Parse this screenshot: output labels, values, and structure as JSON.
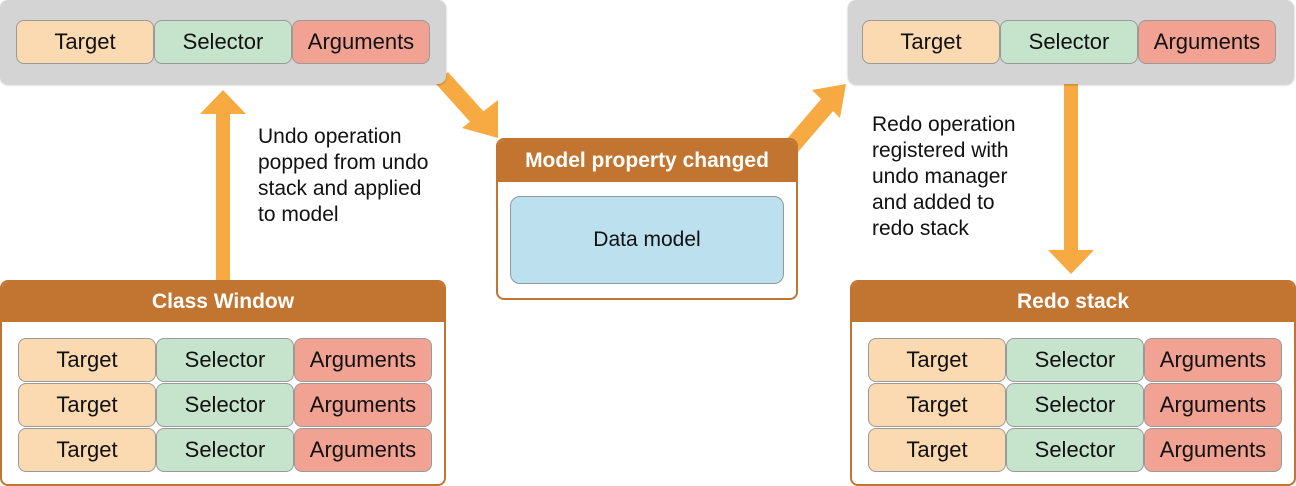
{
  "colors": {
    "target": "#fbd9b1",
    "selector": "#c6e4cc",
    "arguments": "#f2a292",
    "stack_header": "#c27530",
    "data_model": "#bde0ef",
    "gray_bar": "#d4d4d4",
    "arrow": "#f6aa41"
  },
  "left_invocation": {
    "target": "Target",
    "selector": "Selector",
    "arguments": "Arguments"
  },
  "right_invocation": {
    "target": "Target",
    "selector": "Selector",
    "arguments": "Arguments"
  },
  "undo_description": "Undo operation\npopped from undo\nstack and applied\nto model",
  "redo_description": "Redo operation\nregistered with\nundo manager\nand added to\nredo stack",
  "center_box": {
    "title": "Model property changed",
    "data_model": "Data model"
  },
  "left_stack": {
    "title": "Class Window",
    "rows": [
      {
        "target": "Target",
        "selector": "Selector",
        "arguments": "Arguments"
      },
      {
        "target": "Target",
        "selector": "Selector",
        "arguments": "Arguments"
      },
      {
        "target": "Target",
        "selector": "Selector",
        "arguments": "Arguments"
      }
    ]
  },
  "right_stack": {
    "title": "Redo stack",
    "rows": [
      {
        "target": "Target",
        "selector": "Selector",
        "arguments": "Arguments"
      },
      {
        "target": "Target",
        "selector": "Selector",
        "arguments": "Arguments"
      },
      {
        "target": "Target",
        "selector": "Selector",
        "arguments": "Arguments"
      }
    ]
  }
}
